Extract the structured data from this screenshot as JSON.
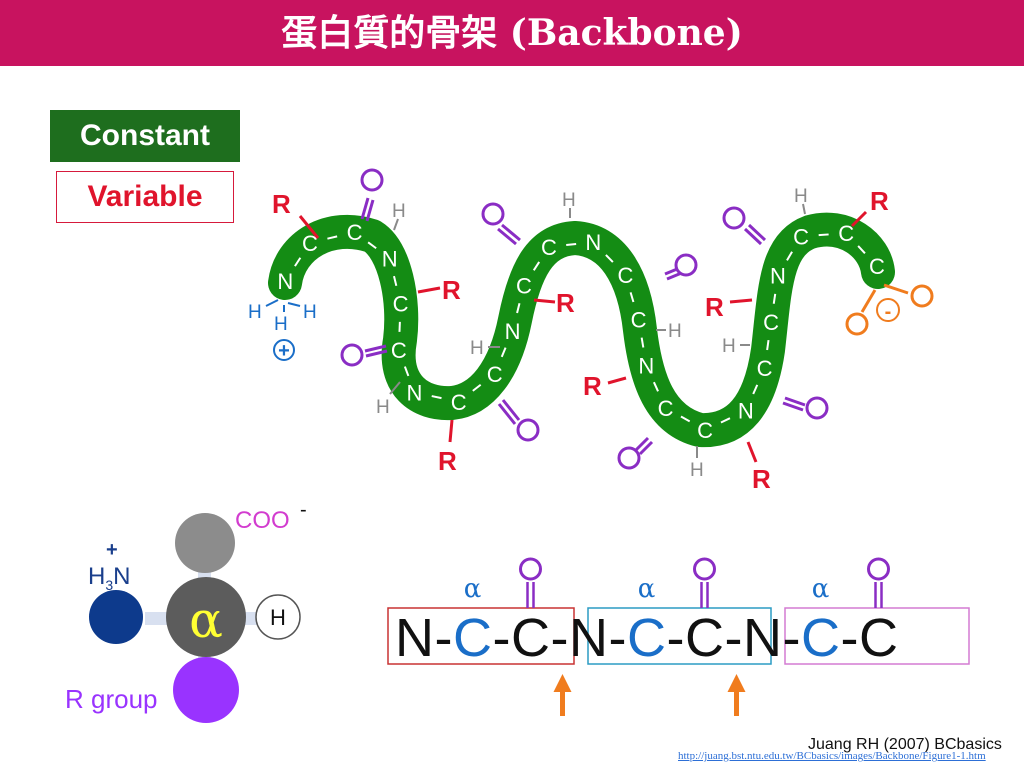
{
  "header": {
    "title": "蛋白質的骨架 (Backbone)"
  },
  "legend": {
    "constant": "Constant",
    "variable": "Variable"
  },
  "backbone": {
    "atoms": [
      "N",
      "C",
      "C",
      "N",
      "C",
      "C",
      "N",
      "C",
      "C",
      "N",
      "C",
      "C",
      "N",
      "C",
      "C",
      "N",
      "C",
      "C",
      "N",
      "C",
      "C",
      "N",
      "C",
      "C",
      "C"
    ],
    "r_label": "R",
    "grey_h_label": "H",
    "amino_h_labels": [
      "H",
      "H",
      "H"
    ],
    "plus_sign": "+",
    "minus_sign": "-",
    "colors": {
      "backbone": "#148c14",
      "variable": "#e0142c",
      "oxygen": "#8a2dc4",
      "carboxyl": "#f07c1e",
      "amine": "#1a6ec8"
    }
  },
  "alpha_carbon": {
    "center": "α",
    "h": "H",
    "nh3_label": "H3N",
    "nh3_main": "H",
    "nh3_sub": "3",
    "nh3_end": "N",
    "nh3_charge": "+",
    "coo_label": "COO",
    "coo_charge": "-",
    "r_group_label": "R group"
  },
  "chain": {
    "atoms": [
      "N",
      "-",
      "C",
      "-",
      "C",
      "-",
      "N",
      "-",
      "C",
      "-",
      "C",
      "-",
      "N",
      "-",
      "C",
      "-",
      "C"
    ],
    "alpha": "α",
    "arrows": 2
  },
  "footer": {
    "credit": "Juang RH (2007) BCbasics",
    "url": "http://juang.bst.ntu.edu.tw/BCbasics/images/Backbone/Figure1-1.htm"
  }
}
